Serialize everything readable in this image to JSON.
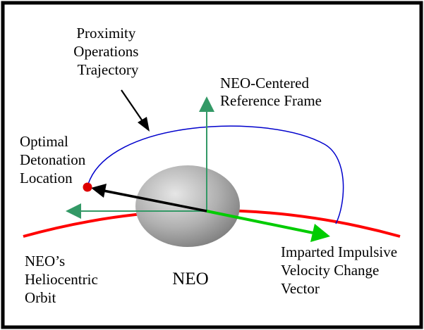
{
  "labels": {
    "trajectory": [
      "Proximity",
      "Operations",
      "Trajectory"
    ],
    "frame": [
      "NEO-Centered",
      "Reference Frame"
    ],
    "detonation": [
      "Optimal",
      "Detonation",
      "Location"
    ],
    "orbit": [
      "NEO’s",
      "Heliocentric",
      "Orbit"
    ],
    "neo": "NEO",
    "impulse": [
      "Imparted Impulsive",
      "Velocity Change",
      "Vector"
    ]
  },
  "colors": {
    "border": "#000000",
    "orbit": "#ff0000",
    "trajectory": "#0000cc",
    "frame_axes": "#339966",
    "velocity_vector": "#00cc00",
    "detonation_vector": "#000000",
    "detonation_point": "#dd0000",
    "neo_light": "#dedede",
    "neo_dark": "#8a8a8a"
  },
  "icons": {
    "neo": "gray-ellipsoid-asteroid",
    "detonation": "red-dot-marker"
  }
}
